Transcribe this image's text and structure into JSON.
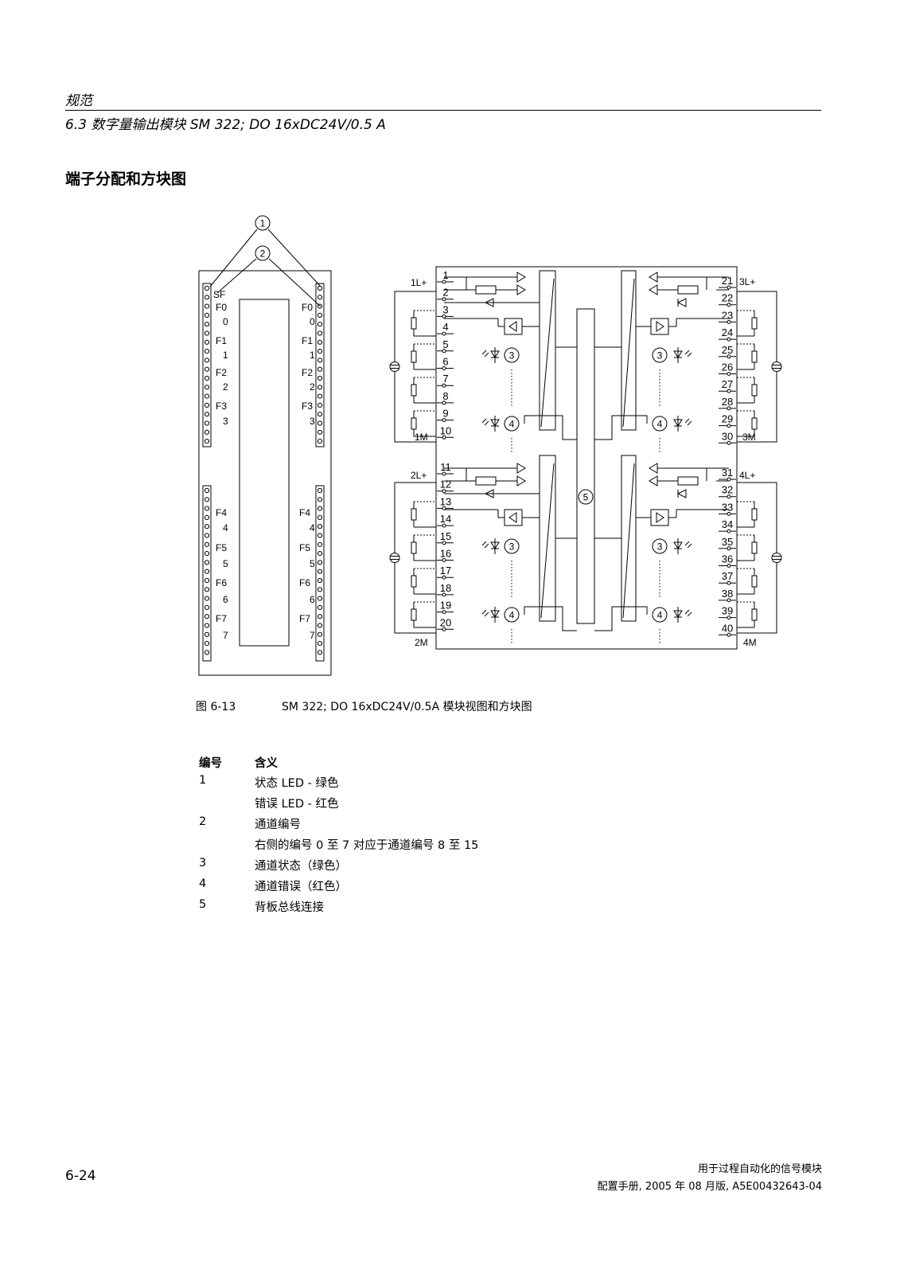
{
  "header": {
    "chapter": "规范",
    "section": "6.3 数字量输出模块 SM 322; DO 16xDC24V/0.5 A"
  },
  "section_title": "端子分配和方块图",
  "figure": {
    "callouts": [
      "1",
      "2",
      "3",
      "4",
      "5"
    ],
    "front_left": {
      "top": [
        "SF",
        "F0",
        "0",
        "F1",
        "1",
        "F2",
        "2",
        "F3",
        "3"
      ],
      "bottom": [
        "F4",
        "4",
        "F5",
        "5",
        "F6",
        "6",
        "F7",
        "7"
      ]
    },
    "front_right": {
      "top": [
        "F0",
        "0",
        "F1",
        "1",
        "F2",
        "2",
        "F3",
        "3"
      ],
      "bottom": [
        "F4",
        "4",
        "F5",
        "5",
        "F6",
        "6",
        "F7",
        "7"
      ]
    },
    "supply_labels": {
      "l1": "1L+",
      "m1": "1M",
      "l2": "2L+",
      "m2": "2M",
      "l3": "3L+",
      "m3": "3M",
      "l4": "4L+",
      "m4": "4M"
    },
    "terminals_left": [
      "1",
      "2",
      "3",
      "4",
      "5",
      "6",
      "7",
      "8",
      "9",
      "10",
      "11",
      "12",
      "13",
      "14",
      "15",
      "16",
      "17",
      "18",
      "19",
      "20"
    ],
    "terminals_right": [
      "21",
      "22",
      "23",
      "24",
      "25",
      "26",
      "27",
      "28",
      "29",
      "30",
      "31",
      "32",
      "33",
      "34",
      "35",
      "36",
      "37",
      "38",
      "39",
      "40"
    ]
  },
  "caption": {
    "number": "图 6-13",
    "text": "SM 322; DO 16xDC24V/0.5A 模块视图和方块图"
  },
  "legend": {
    "head_num": "编号",
    "head_text": "含义",
    "rows": [
      {
        "num": "1",
        "text": "状态 LED - 绿色"
      },
      {
        "num": "",
        "text": "错误 LED - 红色"
      },
      {
        "num": "2",
        "text": "通道编号"
      },
      {
        "num": "",
        "text": "右侧的编号 0 至 7 对应于通道编号 8 至 15"
      },
      {
        "num": "3",
        "text": "通道状态（绿色）"
      },
      {
        "num": "4",
        "text": "通道错误（红色）"
      },
      {
        "num": "5",
        "text": "背板总线连接"
      }
    ]
  },
  "footer": {
    "page": "6-24",
    "line1": "用于过程自动化的信号模块",
    "line2": "配置手册, 2005 年 08 月版, A5E00432643-04"
  }
}
